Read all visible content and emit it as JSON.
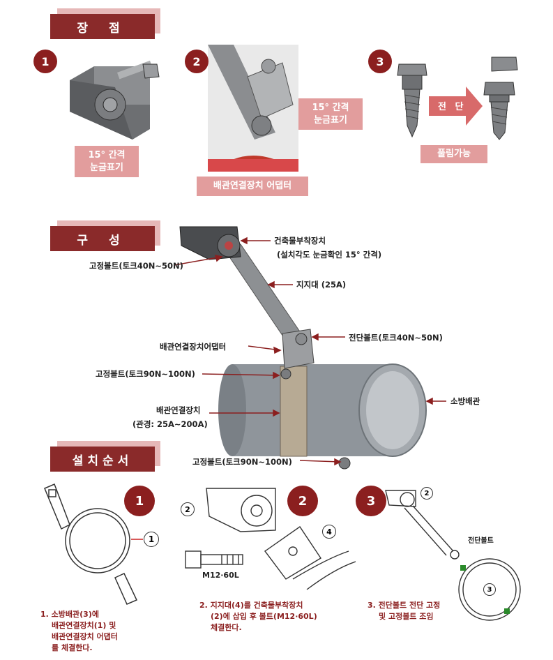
{
  "sections": {
    "advantages": "장 점",
    "composition": "구 성",
    "install_order": "설치순서"
  },
  "advantages": {
    "n1": "1",
    "n2": "2",
    "n3": "3",
    "box1_l1": "15° 간격",
    "box1_l2": "눈금표기",
    "box2_l1": "15° 간격",
    "box2_l2": "눈금표기",
    "box3": "배관연결장치 어댑터",
    "arrow_label": "전 단",
    "box4": "풀림가능"
  },
  "composition": {
    "building_l1": "건축물부착장치",
    "building_l2": "(설치각도 눈금확인 15° 간격)",
    "fix_bolt_top": "고정볼트(토크40N~50N)",
    "support": "지지대 (25A)",
    "shear_bolt": "전단볼트(토크40N~50N)",
    "adapter": "배관연결장치어댑터",
    "fix_bolt_mid": "고정볼트(토크90N~100N)",
    "pipe_conn_l1": "배관연결장치",
    "pipe_conn_l2": "(관경: 25A~200A)",
    "fire_pipe": "소방배관",
    "fix_bolt_bottom": "고정볼트(토크90N~100N)"
  },
  "steps": {
    "n1": "1",
    "n2": "2",
    "n3": "3",
    "s1_call": "1",
    "s2_call_2": "2",
    "s2_call_4": "4",
    "s2_bolt": "M12·60L",
    "s3_call_2": "2",
    "s3_call_3": "3",
    "s3_shear": "전단볼트",
    "cap1_l1": "1. 소방배관(3)에",
    "cap1_l2": "배관연결장치(1) 및",
    "cap1_l3": "배관연결장치 어댑터",
    "cap1_l4": "를 체결한다.",
    "cap2_l1": "2. 지지대(4)를 건축물부착장치",
    "cap2_l2": "(2)에 삽입 후 볼트(M12·60L)",
    "cap2_l3": "체결한다.",
    "cap3_l1": "3. 전단볼트 전단 고정",
    "cap3_l2": "및 고정볼트 조임"
  },
  "colors": {
    "header": "#8a2a2a",
    "accent": "#8b1f1f",
    "pink": "#e29d9d",
    "pipe": "#8f959b"
  }
}
